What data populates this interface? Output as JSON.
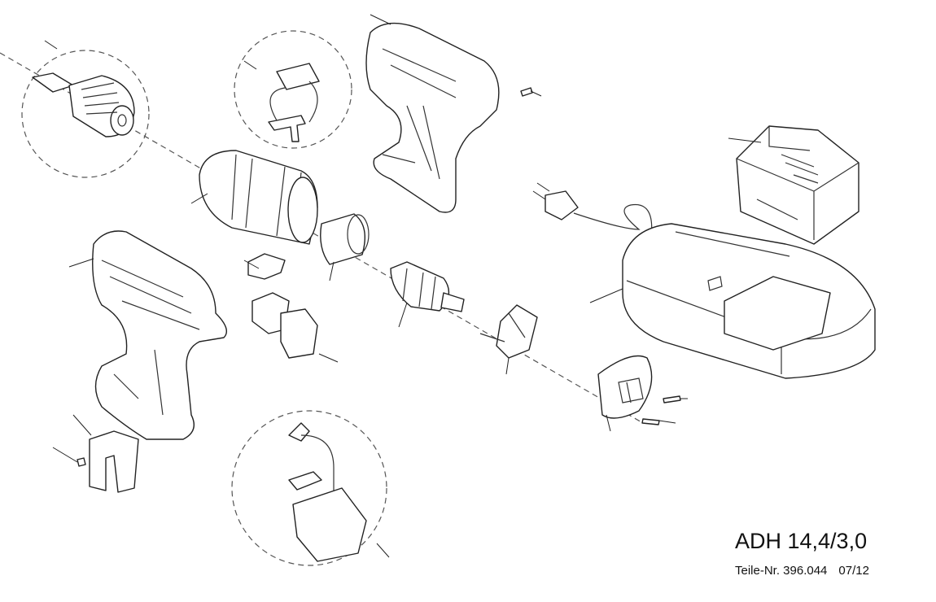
{
  "title": {
    "model": "ADH 14,4/3,0",
    "part_number": "Teile-Nr. 396.044",
    "date": "07/12"
  },
  "colors": {
    "line": "#222222",
    "background": "#ffffff"
  }
}
